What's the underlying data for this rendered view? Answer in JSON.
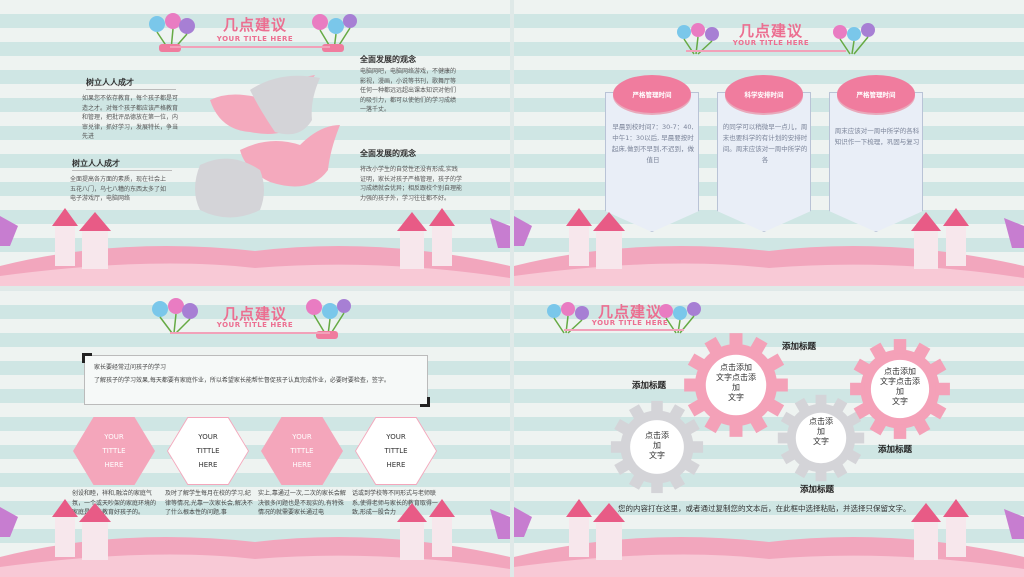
{
  "common": {
    "title": "几点建议",
    "subtitle": "YOUR TITLE HERE"
  },
  "slide1": {
    "left_top_heading": "树立人人成才",
    "left_top_body": "如果您不依存教育，每个孩子都是可造之才。对每个孩子都应该严格教育和管理，把批评品德放在第一位，内审兑律，抓好学习，发展特长，争当先进",
    "left_bottom_heading": "树立人人成才",
    "left_bottom_body": "全面提高各方面的素质，现在社会上五花八门，乌七八糟的东西太多了如电子游戏厅，电脑网络",
    "right_top_heading": "全面发展的观念",
    "right_top_body": "电脑网吧，电脑网络游戏，不健康的影视，漫画，小说等书刊，歌舞厅等任何一种都远远超出课本知识对他们的吸引力，都可以使他们的学习成绩一落千丈。",
    "right_bottom_heading": "全面发展的观念",
    "right_bottom_body": "将改小学生的自觉性还没有形成,实践证明，家长对孩子严格管理，孩子的学习成绩就会优异；相反跟校个别自理能力强的孩子外，学习往往都不好。"
  },
  "slide2": {
    "cards": [
      {
        "label": "严格管理时间",
        "text": "早晨到校时间7：30-7：40,中午1：30以后, 早晨要按时起床,做到不早到,不迟到，做值日"
      },
      {
        "label": "科学安排时间",
        "text": "的同学可以稍微早一点儿，周末也要科学的有计划的安排时间。周末应该对一周中所学的各"
      },
      {
        "label": "严格管理时间",
        "text": "周末应该对一周中所学的各科知识作一下梳理，巩固与复习"
      }
    ]
  },
  "slide3": {
    "box_line1": "家长要经常过问孩子的学习",
    "box_line2": "了解孩子的学习效果,每天都要有家庭作业，所以希望家长能帮忙督促孩子认真完成作业，必要时要检查，签字。",
    "hexes": [
      {
        "l1": "YOUR",
        "l2": "TITTLE",
        "l3": "HERE"
      },
      {
        "l1": "YOUR",
        "l2": "TITTLE",
        "l3": "HERE"
      },
      {
        "l1": "YOUR",
        "l2": "TITTLE",
        "l3": "HERE"
      },
      {
        "l1": "YOUR",
        "l2": "TITTLE",
        "l3": "HERE"
      }
    ],
    "cols": [
      "创设和睦，祥和,融洽的家庭气氛，一个或天吵架的家庭环境的家庭是无法教育好孩子的。",
      "及时了解学生每月在校的学习,纪律等情况,光靠一次家长会,解决不了什么根本性的问题,事",
      "实上,靠通过一次,二次的家长会解决很多问题也是不现实的,有特殊情况的就需要家长通过电",
      "话或到学校等不同形式与老师联系,使得老师与家长的教育取得一致,形成一股合力"
    ]
  },
  "slide4": {
    "gears": [
      {
        "text": "点击添\n加\n文字"
      },
      {
        "text": "点击添加\n文字点击添\n加\n文字"
      },
      {
        "text": "点击添\n加\n文字"
      },
      {
        "text": "点击添加\n文字点击添\n加\n文字"
      }
    ],
    "labels": [
      "添加标题",
      "添加标题",
      "添加标题",
      "添加标题"
    ],
    "body": "您的内容打在这里，或者通过复制您的文本后，在此框中选择粘贴，并选择只保留文字。"
  },
  "colors": {
    "pink": "#f07c9e",
    "grey": "#d4d4d8",
    "stripe": "#cfe6e4"
  }
}
